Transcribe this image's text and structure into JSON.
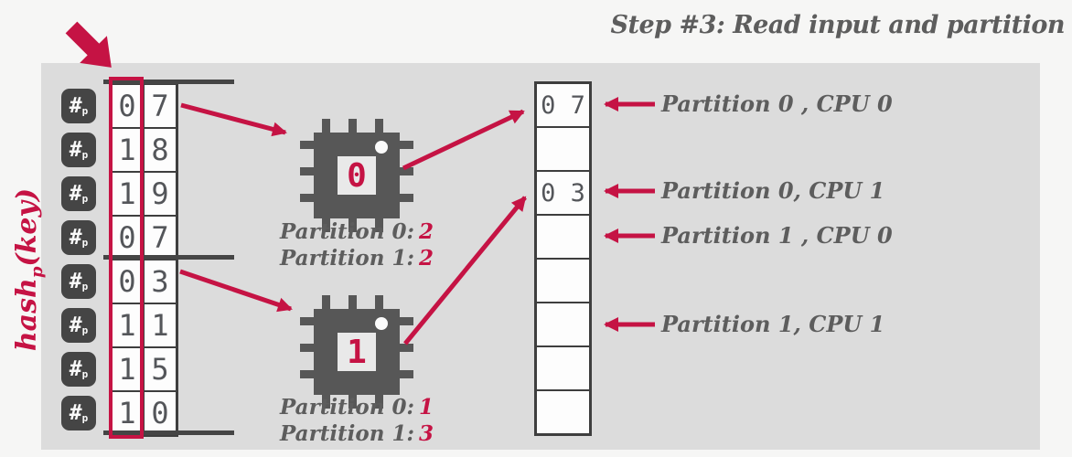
{
  "title": "Step #3: Read input and partition",
  "hash_label": {
    "base": "hash",
    "sub": "p",
    "rest": "(key)"
  },
  "badge": {
    "symbol": "#",
    "sub": "p"
  },
  "left_table": {
    "rows": [
      {
        "d1": "0",
        "d2": "7"
      },
      {
        "d1": "1",
        "d2": "8"
      },
      {
        "d1": "1",
        "d2": "9"
      },
      {
        "d1": "0",
        "d2": "7"
      },
      {
        "d1": "0",
        "d2": "3"
      },
      {
        "d1": "1",
        "d2": "1"
      },
      {
        "d1": "1",
        "d2": "5"
      },
      {
        "d1": "1",
        "d2": "0"
      }
    ]
  },
  "cpus": [
    {
      "digit": "0",
      "caption": [
        {
          "label": "Partition 0:",
          "value": "2"
        },
        {
          "label": "Partition 1:",
          "value": "2"
        }
      ]
    },
    {
      "digit": "1",
      "caption": [
        {
          "label": "Partition 0:",
          "value": "1"
        },
        {
          "label": "Partition 1:",
          "value": "3"
        }
      ]
    }
  ],
  "output_column": {
    "cells": [
      "0 7",
      "",
      "0 3",
      "",
      "",
      "",
      "",
      ""
    ]
  },
  "pointer_labels": [
    "Partition 0 , CPU 0",
    "Partition 0, CPU 1",
    "Partition 1 , CPU 0",
    "Partition 1, CPU 1"
  ],
  "colors": {
    "accent": "#c51344",
    "dark_gray": "#454545",
    "text_gray": "#5d5d5d",
    "panel": "#dcdcdc"
  }
}
